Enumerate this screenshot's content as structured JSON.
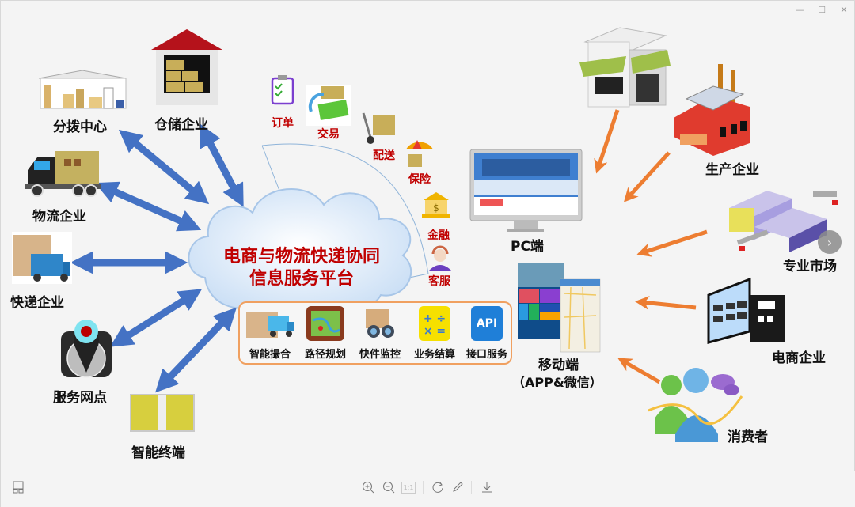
{
  "window": {
    "controls": {
      "minimize": "—",
      "maximize": "☐",
      "close": "✕"
    }
  },
  "diagram": {
    "center_title_line1": "电商与物流快递协同",
    "center_title_line2": "信息服务平台",
    "left_nodes": [
      {
        "id": "distribution-center",
        "label": "分拨中心",
        "icon": "warehouse-interior-icon"
      },
      {
        "id": "warehousing",
        "label": "仓储企业",
        "icon": "warehouse-house-icon"
      },
      {
        "id": "logistics",
        "label": "物流企业",
        "icon": "truck-cargo-icon"
      },
      {
        "id": "express",
        "label": "快递企业",
        "icon": "delivery-van-icon"
      },
      {
        "id": "service-point",
        "label": "服务网点",
        "icon": "map-pin-globe-icon"
      },
      {
        "id": "smart-terminal",
        "label": "智能终端",
        "icon": "parcel-locker-icon"
      }
    ],
    "arc_items": [
      {
        "id": "order",
        "label": "订单",
        "icon": "clipboard-check-icon"
      },
      {
        "id": "trade",
        "label": "交易",
        "icon": "money-exchange-icon"
      },
      {
        "id": "delivery",
        "label": "配送",
        "icon": "hand-truck-icon"
      },
      {
        "id": "insurance",
        "label": "保险",
        "icon": "umbrella-icon"
      },
      {
        "id": "finance",
        "label": "金融",
        "icon": "bank-icon"
      },
      {
        "id": "customer-service",
        "label": "客服",
        "icon": "headset-agent-icon"
      }
    ],
    "services": [
      {
        "id": "smart-matching",
        "label": "智能撮合",
        "icon": "boxes-truck-icon"
      },
      {
        "id": "route-planning",
        "label": "路径规划",
        "icon": "map-route-icon"
      },
      {
        "id": "parcel-monitor",
        "label": "快件监控",
        "icon": "binoculars-icon"
      },
      {
        "id": "settlement",
        "label": "业务结算",
        "icon": "calculator-icon"
      },
      {
        "id": "api-service",
        "label": "接口服务",
        "icon": "api-icon",
        "icon_text": "API"
      }
    ],
    "clients": [
      {
        "id": "pc",
        "label": "PC端",
        "icon": "desktop-monitor-icon"
      },
      {
        "id": "mobile",
        "label": "移动端",
        "sublabel": "（APP&微信）",
        "icon": "mobile-app-icon"
      }
    ],
    "right_nodes": [
      {
        "id": "store",
        "label": "",
        "icon": "storefront-icon"
      },
      {
        "id": "manufacturer",
        "label": "生产企业",
        "icon": "factory-icon"
      },
      {
        "id": "market",
        "label": "专业市场",
        "icon": "logistics-hub-icon"
      },
      {
        "id": "ecommerce",
        "label": "电商企业",
        "icon": "office-building-icon"
      },
      {
        "id": "consumer",
        "label": "消费者",
        "icon": "users-chat-icon"
      }
    ],
    "colors": {
      "left_arrow": "#4472c4",
      "right_arrow": "#ed7d31",
      "title_red": "#c00000",
      "cloud": "#dbe9f8",
      "service_border": "#f0a060"
    }
  },
  "viewer": {
    "next_label": "›",
    "toolbar": {
      "thumbnail": "thumbnail-view",
      "zoom_in": "zoom-in",
      "zoom_out": "zoom-out",
      "actual_size": "1:1",
      "rotate": "rotate",
      "edit": "edit",
      "download": "download"
    }
  }
}
